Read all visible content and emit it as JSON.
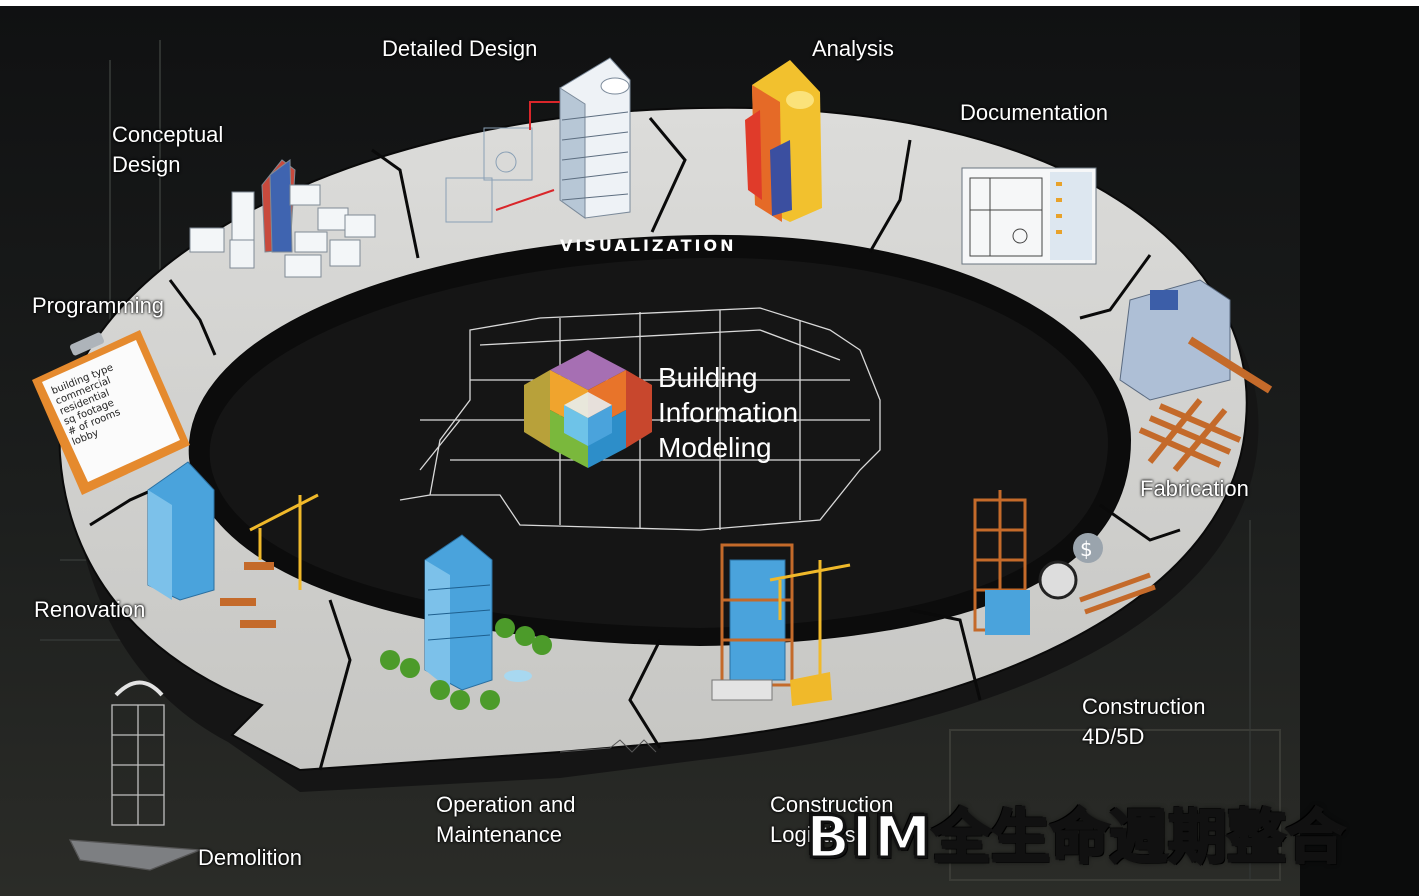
{
  "stages": {
    "detailed_design": "Detailed Design",
    "analysis": "Analysis",
    "documentation": "Documentation",
    "conceptual_design_line1": "Conceptual",
    "conceptual_design_line2": "Design",
    "programming": "Programming",
    "fabrication": "Fabrication",
    "renovation": "Renovation",
    "construction_line1": "Construction",
    "construction_line2": "4D/5D",
    "operation_line1": "Operation and",
    "operation_line2": "Maintenance",
    "logistics_line1": "Construction",
    "logistics_line2": "Logistics",
    "demolition": "Demolition"
  },
  "ring_label": "VISUALIZATION",
  "center_title": {
    "line1": "Building",
    "line2": "Information",
    "line3": "Modeling"
  },
  "clipboard_items": [
    "building type",
    "commercial",
    "residential",
    "sq footage",
    "# of rooms",
    "lobby"
  ],
  "caption": "BIM全生命週期整合",
  "colors": {
    "ring": "#d2d2d0",
    "ring_shadow": "#1a1a1a",
    "orange": "#e58a2e",
    "blue": "#4aa3dc",
    "caption_stroke": "#111111"
  }
}
